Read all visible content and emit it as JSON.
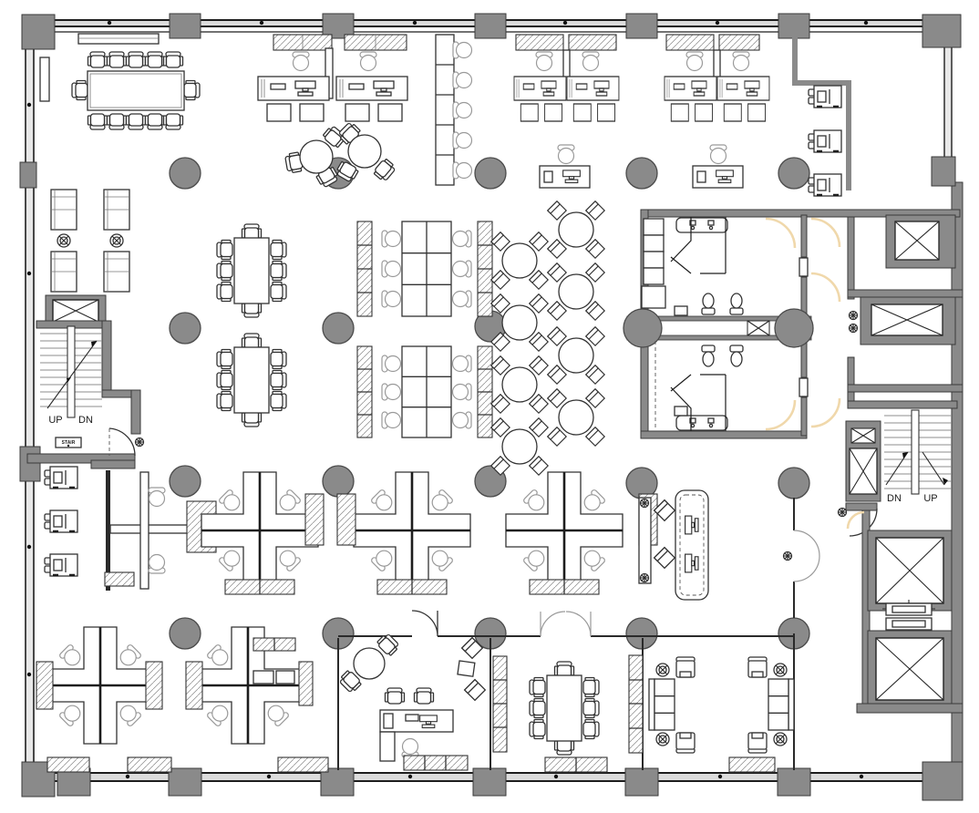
{
  "plan": {
    "type": "office-floor-plan",
    "labels": {
      "left_up": "UP",
      "left_dn": "DN",
      "left_sign": "STAIR",
      "right_dn": "DN",
      "right_up": "UP"
    },
    "colors": {
      "background": "#ffffff",
      "wall_gray": "#8a8a8a",
      "line_dark": "#2a2a2a",
      "furniture_light": "#9a9a9a",
      "door_swing_tan": "#f0d8ab",
      "column_fill": "#8a8a8a"
    },
    "zones": [
      {
        "name": "conference-area-top-left",
        "items": "12-seat conference table, wall whiteboard"
      },
      {
        "name": "top-desk-rows",
        "items": "3 double-desk workstations with overhead cabinets, 2 single desks, hot-desk counter with 5 seats, 2 round tables with 3 chairs"
      },
      {
        "name": "phone-booth-desks",
        "items": "3 booth desks top-right, 3 booth desks left wall"
      },
      {
        "name": "lounge-left",
        "items": "4 armchairs, 2 round side tables"
      },
      {
        "name": "meeting-tables",
        "items": "2 eight-seat tables"
      },
      {
        "name": "bench-teams",
        "items": "2 six-seat bench desks with locker strips"
      },
      {
        "name": "cafe-tables",
        "items": "8 four-seat round tables"
      },
      {
        "name": "quad-workstations",
        "items": "3 cross-shaped 4-person clusters plus 1 half cluster"
      },
      {
        "name": "touchdown-bench",
        "items": "media bench with 2 monitors and 2 stools"
      },
      {
        "name": "restrooms",
        "items": "2 mirrored restrooms with vanities and toilets"
      },
      {
        "name": "left-stair-core",
        "items": "stair with shaft, STAIR sign"
      },
      {
        "name": "right-core",
        "items": "stair, service shafts, 2 elevators"
      },
      {
        "name": "bottom-left-pinwheels",
        "items": "2 four-person pinwheel clusters"
      },
      {
        "name": "private-office",
        "items": "executive desk, round table, lounge chairs"
      },
      {
        "name": "conference-room-bottom",
        "items": "8-seat table, storage strips, double doors"
      },
      {
        "name": "lounge-rooms-bottom-right",
        "items": "2 sofa sets with armchairs and side tables"
      }
    ],
    "structure": {
      "column_grid_x": [
        203,
        371,
        538,
        704,
        871
      ],
      "column_grid_y": [
        190,
        360,
        528,
        695
      ]
    }
  }
}
